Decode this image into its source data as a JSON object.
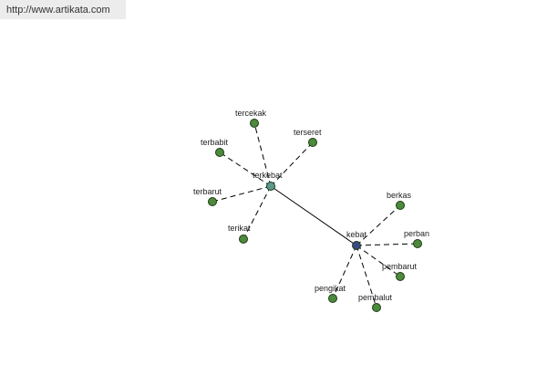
{
  "site_url": "http://www.artikata.com",
  "colors": {
    "peripheral_node": "#4c8a3c",
    "node_stroke": "#1f3a16",
    "central_tercekat": "#5a9a8a",
    "central_kebat": "#3a4a86",
    "edge": "#000000"
  },
  "graph": {
    "central_nodes": [
      {
        "id": "terkebat",
        "label": "terkebat",
        "color": "#5a9a8a"
      },
      {
        "id": "kebat",
        "label": "kebat",
        "color": "#3a4a86"
      }
    ],
    "peripheral_nodes": [
      {
        "id": "tercekak",
        "label": "tercekak",
        "parent": "terkebat"
      },
      {
        "id": "terseret",
        "label": "terseret",
        "parent": "terkebat"
      },
      {
        "id": "terbabit",
        "label": "terbabit",
        "parent": "terkebat"
      },
      {
        "id": "terbarut",
        "label": "terbarut",
        "parent": "terkebat"
      },
      {
        "id": "terikat",
        "label": "terikat",
        "parent": "terkebat"
      },
      {
        "id": "berkas",
        "label": "berkas",
        "parent": "kebat"
      },
      {
        "id": "perban",
        "label": "perban",
        "parent": "kebat"
      },
      {
        "id": "pembarut",
        "label": "pembarut",
        "parent": "kebat"
      },
      {
        "id": "pembalut",
        "label": "pembalut",
        "parent": "kebat"
      },
      {
        "id": "pengikat",
        "label": "pengikat",
        "parent": "kebat"
      }
    ],
    "solid_edges": [
      {
        "from": "terkebat",
        "to": "kebat"
      }
    ]
  }
}
